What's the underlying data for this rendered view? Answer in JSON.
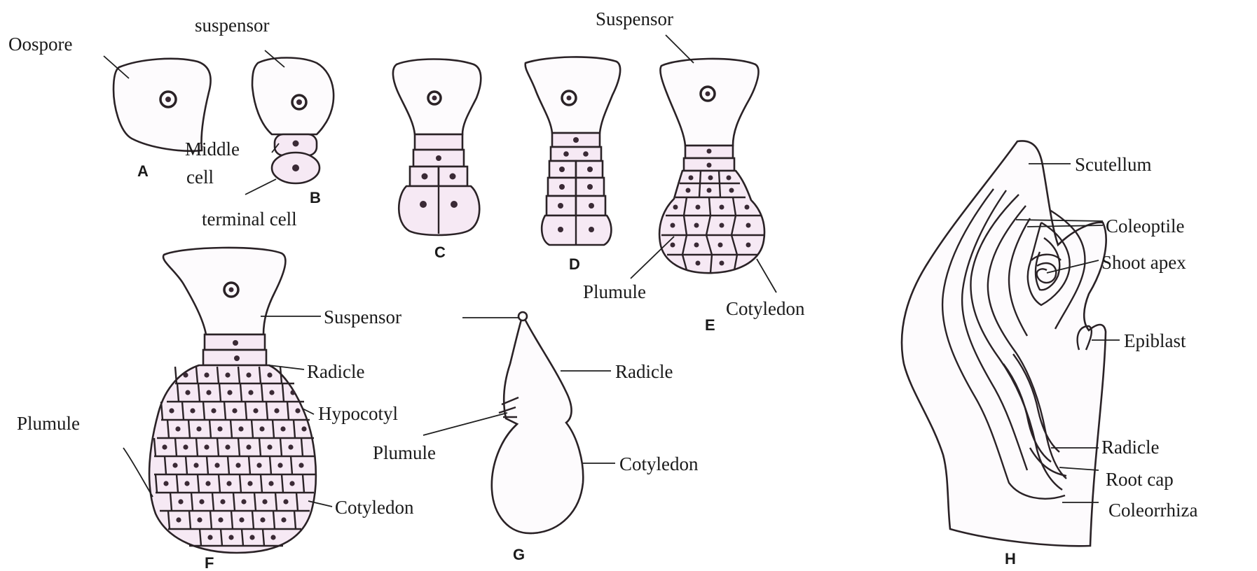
{
  "figures": {
    "A": {
      "letter": "A",
      "labels": {
        "oospore": "Oospore"
      }
    },
    "B": {
      "letter": "B",
      "labels": {
        "suspensor": "suspensor",
        "middle": "Middle",
        "cell": "cell",
        "terminal": "terminal cell"
      }
    },
    "C": {
      "letter": "C"
    },
    "D": {
      "letter": "D"
    },
    "E": {
      "letter": "E",
      "labels": {
        "suspensor": "Suspensor",
        "plumule": "Plumule",
        "cotyledon": "Cotyledon"
      }
    },
    "F": {
      "letter": "F",
      "labels": {
        "suspensor": "Suspensor",
        "radicle": "Radicle",
        "hypocotyl": "Hypocotyl",
        "plumule": "Plumule",
        "cotyledon": "Cotyledon"
      }
    },
    "G": {
      "letter": "G",
      "labels": {
        "radicle": "Radicle",
        "plumule": "Plumule",
        "cotyledon": "Cotyledon"
      }
    },
    "H": {
      "letter": "H",
      "labels": {
        "scutellum": "Scutellum",
        "coleoptile": "Coleoptile",
        "shoot_apex": "Shoot apex",
        "epiblast": "Epiblast",
        "radicle": "Radicle",
        "root_cap": "Root cap",
        "coleorrhiza": "Coleorrhiza"
      }
    }
  },
  "colors": {
    "cell_fill": "#f6e9f4",
    "line": "#2a2226",
    "text": "#1a1a1a"
  }
}
